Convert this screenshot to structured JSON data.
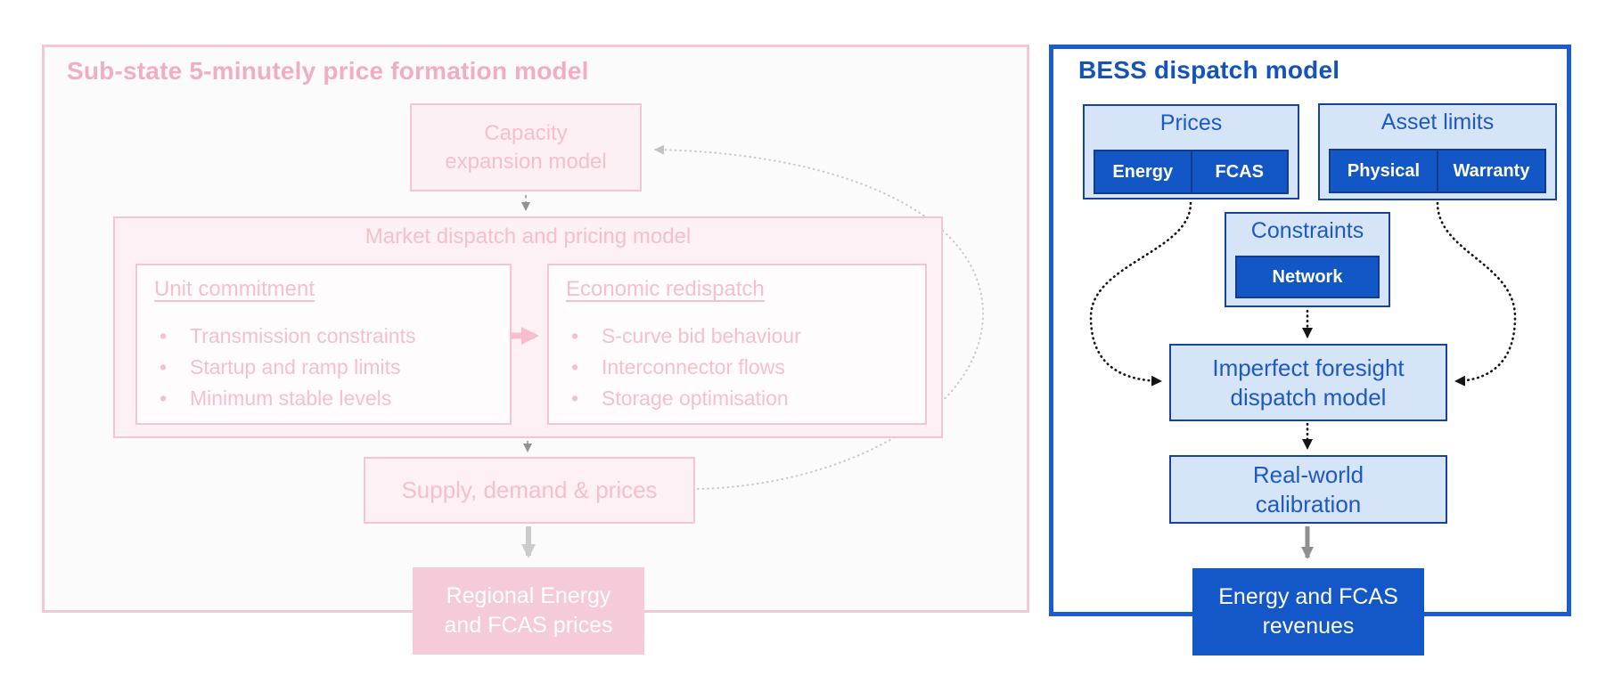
{
  "colors": {
    "pink_title": "#f1aec2",
    "pink_border": "#f2c8d4",
    "pink_fill_light": "#fdf1f5",
    "pink_solid": "#f5cbd9",
    "pink_arrow": "#f6becd",
    "blue_title": "#1552bb",
    "blue_panel_border": "#1d5dcb",
    "blue_fill_light": "#d6e4f8",
    "blue_chip": "#1356c5",
    "blue_solid": "#1457c9",
    "gray_arrow_light": "#cbcbcb",
    "gray_arrow_dark": "#8f8f8f",
    "dotted_black": "#141414"
  },
  "left_panel": {
    "title": "Sub-state 5-minutely price formation model",
    "capacity_box": {
      "lines": [
        "Capacity",
        "expansion model"
      ]
    },
    "market_box": {
      "title": "Market dispatch and pricing model",
      "unit_commitment": {
        "title": "Unit commitment",
        "bullets": [
          "Transmission constraints",
          "Startup and ramp limits",
          "Minimum stable levels"
        ]
      },
      "economic_redispatch": {
        "title": "Economic redispatch",
        "bullets": [
          "S-curve bid behaviour",
          "Interconnector flows",
          "Storage optimisation"
        ]
      }
    },
    "supply_box": {
      "label": "Supply, demand & prices"
    },
    "output_box": {
      "lines": [
        "Regional Energy",
        "and FCAS prices"
      ]
    }
  },
  "right_panel": {
    "title": "BESS dispatch model",
    "prices_box": {
      "title": "Prices",
      "buttons": [
        "Energy",
        "FCAS"
      ]
    },
    "asset_limits_box": {
      "title": "Asset limits",
      "buttons": [
        "Physical",
        "Warranty"
      ]
    },
    "constraints_box": {
      "title": "Constraints",
      "buttons": [
        "Network"
      ]
    },
    "dispatch_box": {
      "lines": [
        "Imperfect foresight",
        "dispatch model"
      ]
    },
    "calibration_box": {
      "lines": [
        "Real-world",
        "calibration"
      ]
    },
    "output_box": {
      "lines": [
        "Energy and FCAS",
        "revenues"
      ]
    }
  }
}
